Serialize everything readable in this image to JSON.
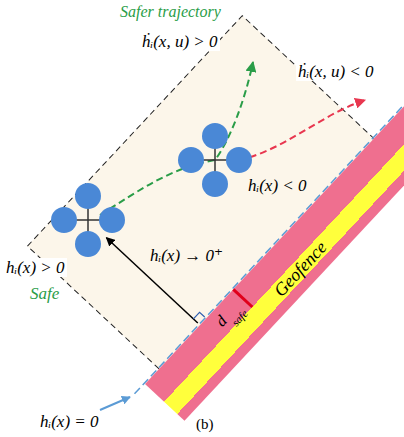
{
  "diagram": {
    "caption": "(b)",
    "nodes": [
      {
        "text": [
          "Geofence"
        ]
      }
    ],
    "labels": [
      "Safer trajectory",
      "ḣᵢ(x, u) > 0",
      "ḣᵢ(x, u) < 0",
      "hᵢ(x) → 0⁺",
      "hᵢ(x) < 0",
      "hᵢ(x) > 0",
      "Safe",
      "d",
      "safe",
      "hᵢ(x) = 0"
    ]
  }
}
